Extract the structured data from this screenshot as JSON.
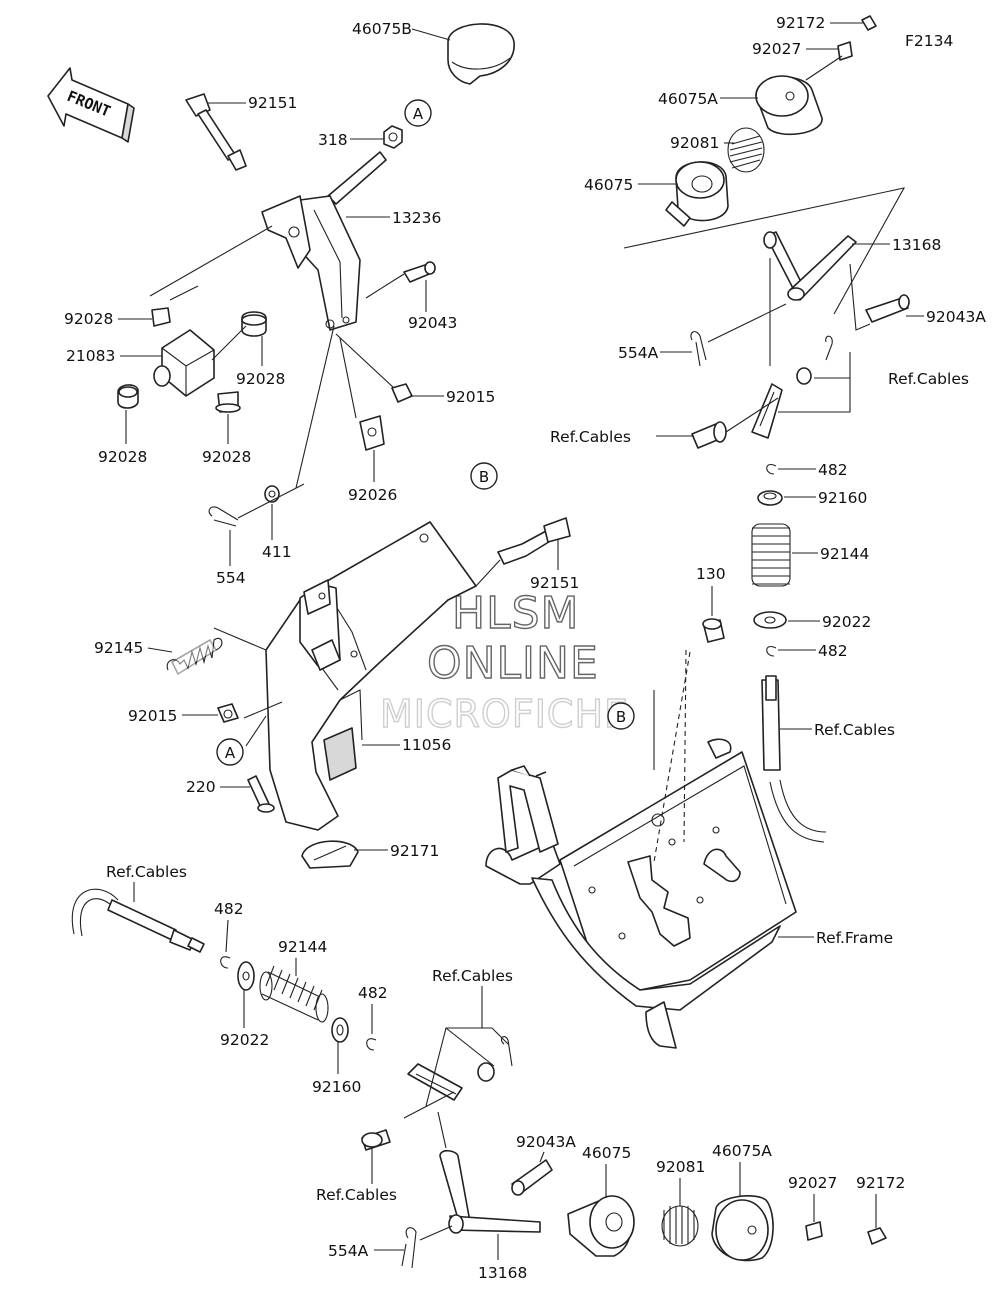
{
  "diagram": {
    "figure_code": "F2134",
    "front_label": "FRONT",
    "watermark": [
      "HLSM",
      "ONLINE",
      "MICROFICHE"
    ],
    "circle_refs": [
      "A",
      "A",
      "B",
      "B"
    ],
    "labels": {
      "p46075B": "46075B",
      "p92151_top": "92151",
      "p318": "318",
      "p13236": "13236",
      "p92043": "92043",
      "p92028_a": "92028",
      "p21083": "21083",
      "p92028_b": "92028",
      "p92028_c": "92028",
      "p92028_d": "92028",
      "p92015_top": "92015",
      "p92026": "92026",
      "p411": "411",
      "p554": "554",
      "p92151_mid": "92151",
      "p92145": "92145",
      "p92015_mid": "92015",
      "p11056": "11056",
      "p220": "220",
      "p92171": "92171",
      "p92172_top": "92172",
      "p92027_top": "92027",
      "p46075A_top": "46075A",
      "p92081_top": "92081",
      "p46075_top": "46075",
      "p13168_top": "13168",
      "p92043A_top": "92043A",
      "p554A_top": "554A",
      "refCables_r1": "Ref.Cables",
      "refCables_r2": "Ref.Cables",
      "p482_r1": "482",
      "p92160_r": "92160",
      "p92144_r": "92144",
      "p130": "130",
      "p92022_r": "92022",
      "p482_r2": "482",
      "refCables_r3": "Ref.Cables",
      "refFrame": "Ref.Frame",
      "refCables_l": "Ref.Cables",
      "p482_l1": "482",
      "p92144_l": "92144",
      "p92022_l": "92022",
      "p482_l2": "482",
      "p92160_l": "92160",
      "refCables_b1": "Ref.Cables",
      "refCables_b2": "Ref.Cables",
      "p92043A_b": "92043A",
      "p46075_b": "46075",
      "p92081_b": "92081",
      "p46075A_b": "46075A",
      "p92027_b": "92027",
      "p92172_b": "92172",
      "p554A_b": "554A",
      "p13168_b": "13168"
    }
  }
}
